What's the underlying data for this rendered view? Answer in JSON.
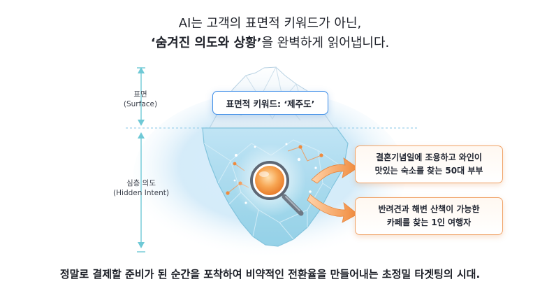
{
  "headline": {
    "line1": "AI는 고객의 표면적 키워드가 아닌,",
    "line2_emphasis": "‘숨겨진 의도와 상황’",
    "line2_rest": "을 완벽하게 읽어냅니다."
  },
  "left_labels": {
    "surface_title": "표면",
    "surface_en": "(Surface)",
    "hidden_title": "심층 의도",
    "hidden_en": "(Hidden Intent)"
  },
  "surface_keyword": "표면적 키워드: ‘제주도’",
  "intents": [
    {
      "line1": "결혼기념일에 조용하고 와인이",
      "line2": "맛있는 숙소를 찾는 50대 부부"
    },
    {
      "line1": "반려견과 해변 산책이 가능한",
      "line2": "카페를 찾는 1인 여행자"
    }
  ],
  "footer": "정말로 결제할 준비가 된 순간을 포착하여 비약적인 전환율을 만들어내는 초정밀 타겟팅의 시대.",
  "colors": {
    "accent_blue": "#3f8ee8",
    "arrow_orange": "#f2914a",
    "water": "#c9e6f7",
    "magnifier_glass": "#f59a4a"
  }
}
